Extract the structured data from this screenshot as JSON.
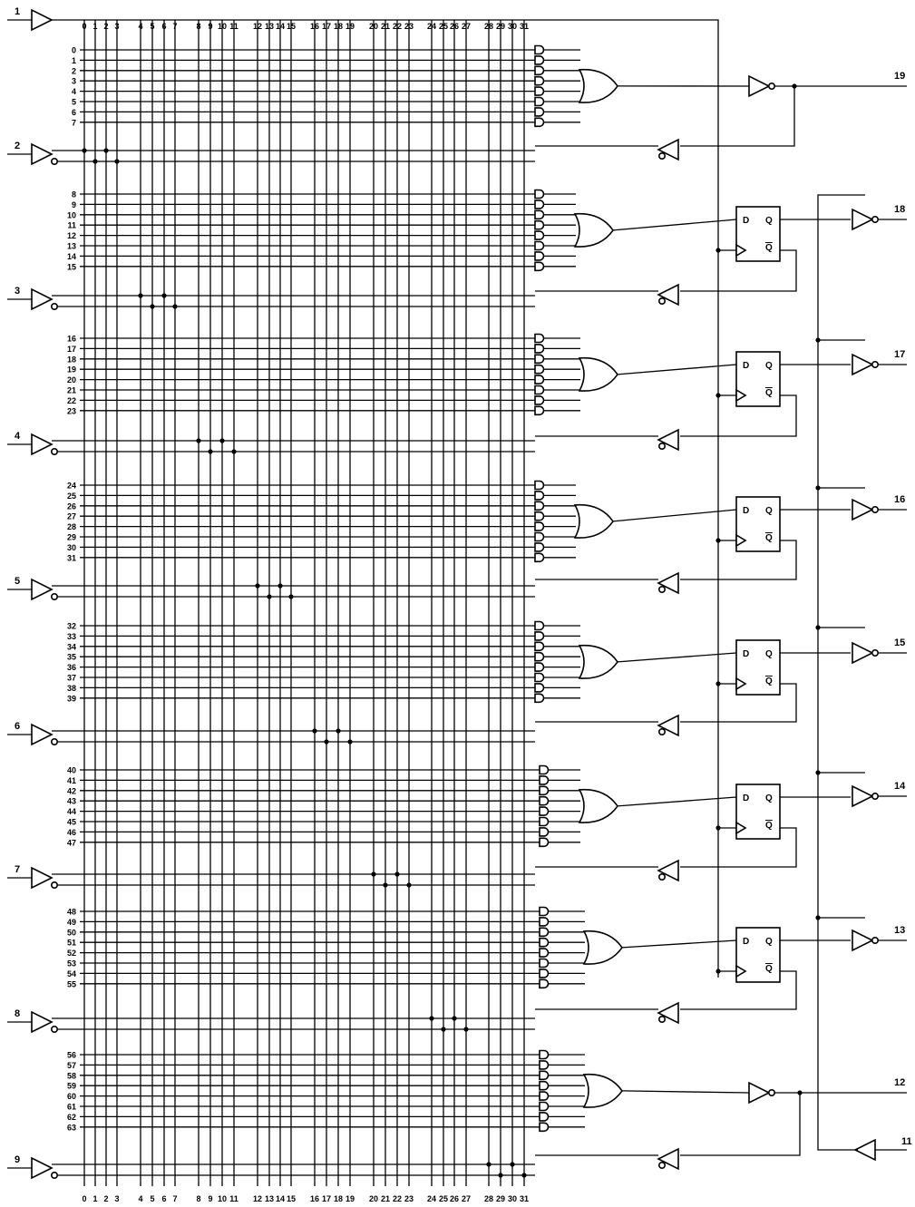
{
  "column_numbers": [
    "0",
    "1",
    "2",
    "3",
    "4",
    "5",
    "6",
    "7",
    "8",
    "9",
    "10",
    "11",
    "12",
    "13",
    "14",
    "15",
    "16",
    "17",
    "18",
    "19",
    "20",
    "21",
    "22",
    "23",
    "24",
    "25",
    "26",
    "27",
    "28",
    "29",
    "30",
    "31"
  ],
  "input_pins": [
    "1",
    "2",
    "3",
    "4",
    "5",
    "6",
    "7",
    "8",
    "9"
  ],
  "output_pins": [
    "19",
    "18",
    "17",
    "16",
    "15",
    "14",
    "13",
    "12"
  ],
  "feedback_input_pin": "11",
  "product_term_labels": [
    [
      "0",
      "1",
      "2",
      "3",
      "4",
      "5",
      "6",
      "7"
    ],
    [
      "8",
      "9",
      "10",
      "11",
      "12",
      "13",
      "14",
      "15"
    ],
    [
      "16",
      "17",
      "18",
      "19",
      "20",
      "21",
      "22",
      "23"
    ],
    [
      "24",
      "25",
      "26",
      "27",
      "28",
      "29",
      "30",
      "31"
    ],
    [
      "32",
      "33",
      "34",
      "35",
      "36",
      "37",
      "38",
      "39"
    ],
    [
      "40",
      "41",
      "42",
      "43",
      "44",
      "45",
      "46",
      "47"
    ],
    [
      "48",
      "49",
      "50",
      "51",
      "52",
      "53",
      "54",
      "55"
    ],
    [
      "56",
      "57",
      "58",
      "59",
      "60",
      "61",
      "62",
      "63"
    ]
  ],
  "flipflop": {
    "d": "D",
    "q": "Q",
    "qbar": "Q"
  }
}
